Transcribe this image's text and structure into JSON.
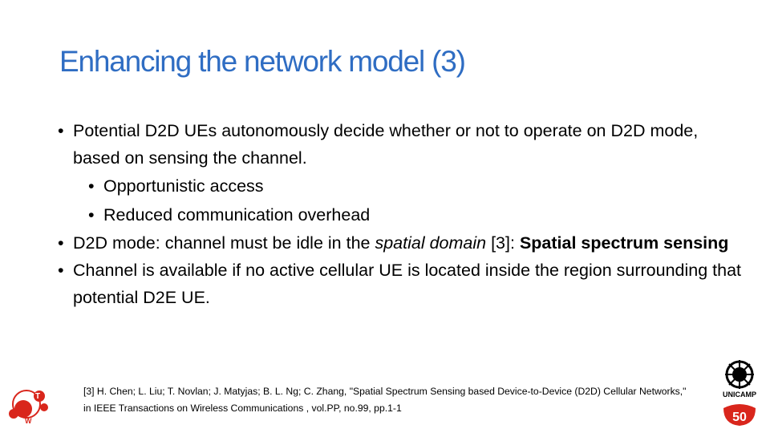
{
  "slide": {
    "title": "Enhancing the network model (3)",
    "bullets": [
      {
        "text_parts": [
          "Potential D2D UEs autonomously decide whether or not to operate on D2D mode, based on sensing the channel."
        ],
        "sub": [
          "Opportunistic access",
          "Reduced communication overhead"
        ]
      },
      {
        "pre": "D2D mode: channel must be idle in the ",
        "italic": "spatial domain",
        "mid": " [3]: ",
        "bold": "Spatial spectrum sensing"
      },
      {
        "text": "Channel is available if no active cellular UE is located inside the region surrounding that potential D2E UE."
      }
    ],
    "bullet_glyph": "•",
    "reference": "[3] H. Chen; L. Liu; T. Novlan; J. Matyjas; B. L. Ng; C. Zhang, \"Spatial Spectrum Sensing based Device-to-Device (D2D) Cellular Networks,\" in IEEE Transactions on Wireless Communications , vol.PP, no.99, pp.1-1"
  },
  "logos": {
    "left_letters": [
      "T",
      "W"
    ],
    "right_text": "UNICAMP",
    "right_number": "50"
  },
  "colors": {
    "title": "#2f6dc3",
    "logo_red": "#d9261c"
  }
}
